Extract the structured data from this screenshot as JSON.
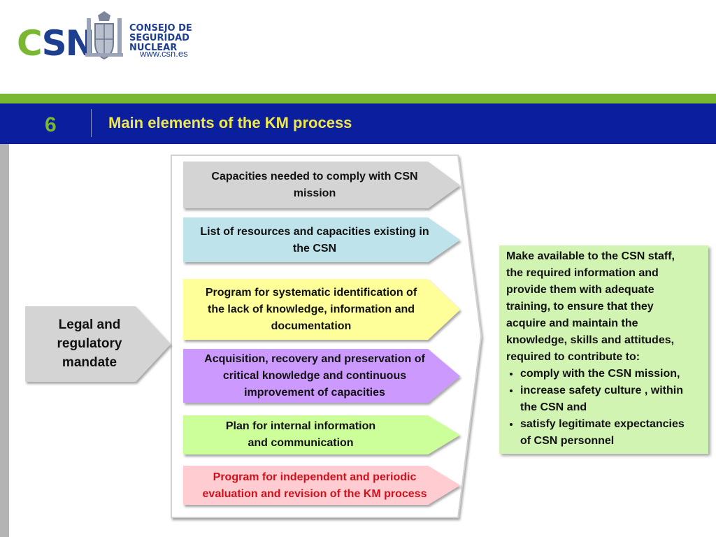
{
  "header": {
    "logo_c": "C",
    "logo_sn": "SN",
    "org_line1": "CONSEJO DE",
    "org_line2": "SEGURIDAD NUCLEAR",
    "url": "www.csn.es"
  },
  "section": {
    "number": "6",
    "title": "Main elements of the KM process"
  },
  "left_box": {
    "line1": "Legal and",
    "line2": "regulatory",
    "line3": "mandate"
  },
  "elements": [
    {
      "line1": "Capacities needed to comply with CSN",
      "line2": "mission",
      "line3": ""
    },
    {
      "line1": "List of resources and capacities existing in",
      "line2": "the CSN",
      "line3": ""
    },
    {
      "line1": "Program for systematic identification of",
      "line2": "the lack of knowledge, information and",
      "line3": "documentation"
    },
    {
      "line1": "Acquisition, recovery and preservation of",
      "line2": "critical knowledge and continuous",
      "line3": "improvement of capacities"
    },
    {
      "line1": "Plan for internal information",
      "line2": "and communication",
      "line3": ""
    },
    {
      "line1": "Program for independent and periodic",
      "line2": "evaluation and revision of the KM process",
      "line3": ""
    }
  ],
  "result": {
    "line1": "Make available to the CSN staff,",
    "line2": "the required information and",
    "line3": "provide them with adequate",
    "line4": "training, to ensure that they",
    "line5": "acquire and maintain the",
    "line6": "knowledge, skills and attitudes,",
    "line7": "required to contribute to:",
    "bullets": [
      {
        "line1": "comply with the CSN mission,",
        "line2": ""
      },
      {
        "line1": "increase safety culture , within",
        "line2": "the CSN and"
      },
      {
        "line1": "satisfy legitimate expectancies",
        "line2": "of CSN personnel"
      }
    ]
  },
  "colors": {
    "green": "#7bb831",
    "blue": "#0a1e9e",
    "title_yellow": "#f0e84a",
    "box_gray": "#d4d4d4",
    "box_cyan": "#bfe3ea",
    "box_yellow": "#ffff99",
    "box_purple": "#cc99ff",
    "box_green": "#ccff99",
    "box_pink": "#ffccd2",
    "result_green": "#d2f4b2",
    "red_text": "#d0101a"
  }
}
